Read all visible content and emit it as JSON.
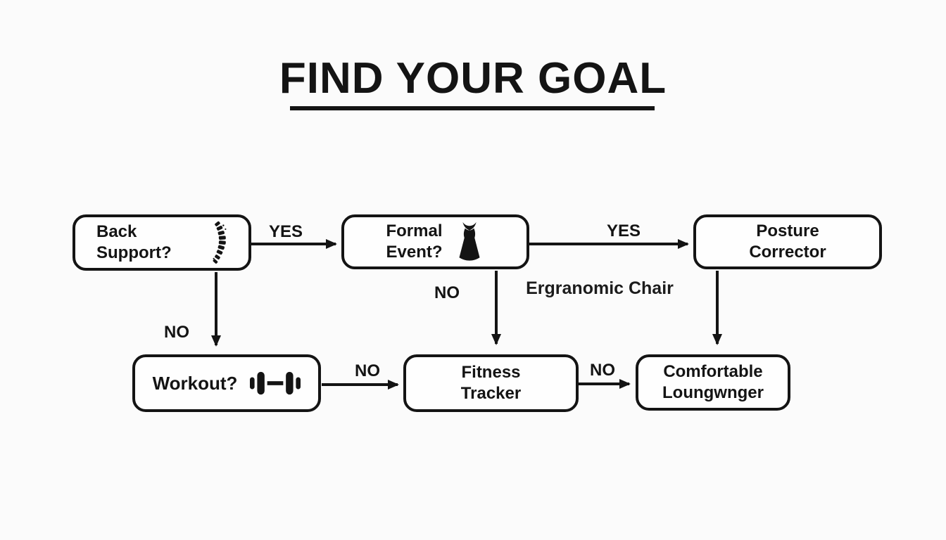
{
  "title": "FIND YOUR GOAL",
  "diagram": {
    "type": "flowchart",
    "nodes": [
      {
        "id": "back-support",
        "line1": "Back",
        "line2": "Support?",
        "icon": "spine-icon"
      },
      {
        "id": "formal-event",
        "line1": "Formal",
        "line2": "Event?",
        "icon": "dress-icon"
      },
      {
        "id": "posture-corrector",
        "line1": "Posture",
        "line2": "Corrector",
        "icon": ""
      },
      {
        "id": "workout",
        "line1": "Workout?",
        "line2": "",
        "icon": "dumbbell-icon"
      },
      {
        "id": "fitness-tracker",
        "line1": "Fitness",
        "line2": "Tracker",
        "icon": ""
      },
      {
        "id": "comfortable-loungewear",
        "line1": "Comfortable",
        "line2": "Loungwnger",
        "icon": ""
      }
    ],
    "edges": [
      {
        "from": "back-support",
        "to": "formal-event",
        "label": "YES"
      },
      {
        "from": "formal-event",
        "to": "posture-corrector",
        "label": "YES"
      },
      {
        "from": "back-support",
        "to": "workout",
        "label": "NO"
      },
      {
        "from": "formal-event",
        "to": "fitness-tracker",
        "label": "NO"
      },
      {
        "from": "posture-corrector",
        "to": "comfortable-loungewear",
        "label": ""
      },
      {
        "from": "workout",
        "to": "fitness-tracker",
        "label": "NO"
      },
      {
        "from": "fitness-tracker",
        "to": "comfortable-loungewear",
        "label": "NO"
      }
    ],
    "annotation": "Ergranomic Chair"
  },
  "colors": {
    "background": "#fbfbfb",
    "ink": "#141414"
  }
}
